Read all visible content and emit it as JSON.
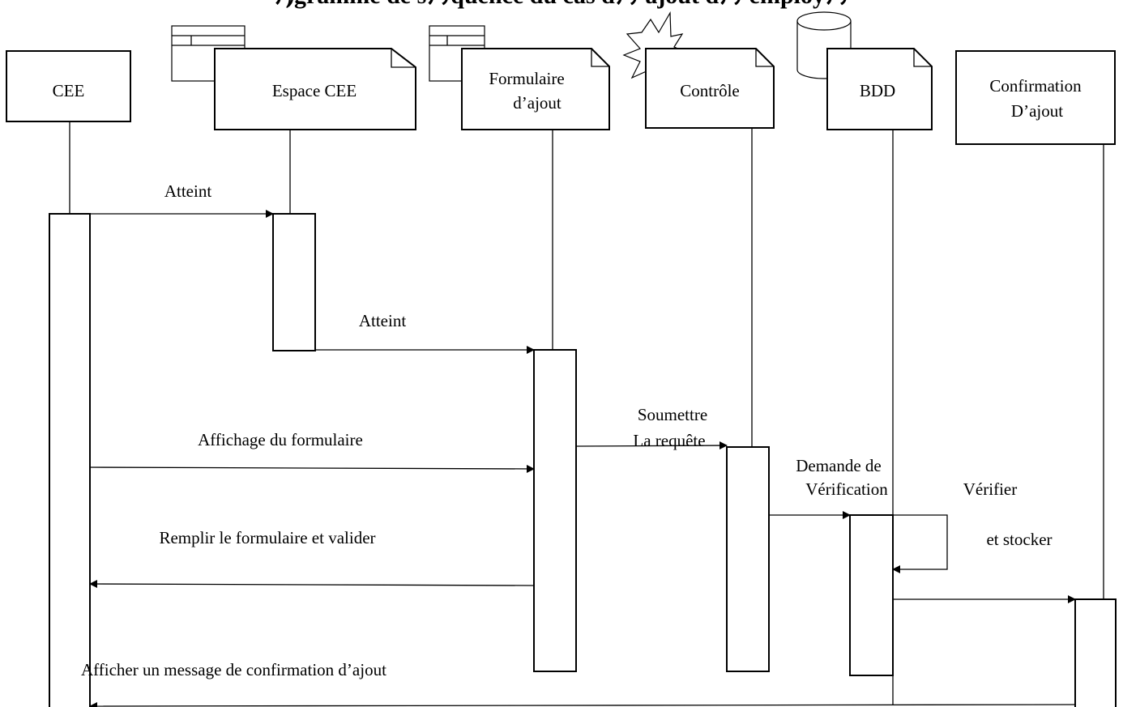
{
  "title": "ﾃ⦆gramme de sﾃｩquence du cas dﾃｩ ajout dﾃｩ employﾃｩ",
  "participants": [
    {
      "id": "cee",
      "label": [
        "CEE"
      ]
    },
    {
      "id": "espace",
      "label": [
        "Espace CEE"
      ]
    },
    {
      "id": "formulaire",
      "label": [
        "Formulaire",
        "d’ajout"
      ]
    },
    {
      "id": "controle",
      "label": [
        "Contrôle"
      ]
    },
    {
      "id": "bdd",
      "label": [
        "BDD"
      ]
    },
    {
      "id": "confirmation",
      "label": [
        "Confirmation",
        "D’ajout"
      ]
    }
  ],
  "messages": [
    {
      "id": "atteint-1",
      "label": [
        "Atteint"
      ]
    },
    {
      "id": "atteint-2",
      "label": [
        "Atteint"
      ]
    },
    {
      "id": "affichage",
      "label": [
        "Affichage du formulaire"
      ]
    },
    {
      "id": "soumettre",
      "label": [
        "Soumettre",
        "La requête"
      ]
    },
    {
      "id": "remplir",
      "label": [
        "Remplir le formulaire et valider"
      ]
    },
    {
      "id": "demande",
      "label": [
        "Demande de",
        "Vérification"
      ]
    },
    {
      "id": "verifier",
      "label": [
        "Vérifier",
        "et stocker"
      ]
    },
    {
      "id": "afficher",
      "label": [
        "Afficher un message de confirmation d’ajout"
      ]
    }
  ]
}
